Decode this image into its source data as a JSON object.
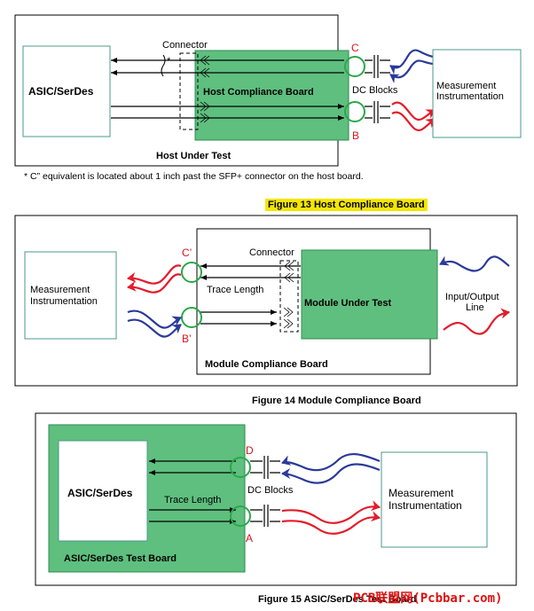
{
  "fig13": {
    "caption": "Figure 13  Host Compliance Board",
    "asic_label": "ASIC/SerDes",
    "board_label": "Host Compliance Board",
    "connector_label": "Connector",
    "asterisk": "*",
    "dut_label": "Host Under Test",
    "dc_blocks_label": "DC Blocks",
    "point_top": "C",
    "point_bottom": "B",
    "meas_line1": "Measurement",
    "meas_line2": "Instrumentation",
    "footnote": "* C” equivalent is located about 1 inch past the SFP+ connector on the host board."
  },
  "fig14": {
    "caption": "Figure 14  Module Compliance Board",
    "meas_line1": "Measurement",
    "meas_line2": "Instrumentation",
    "point_top": "C’",
    "point_bottom": "B’",
    "connector_label": "Connector",
    "trace_label": "Trace Length",
    "module_label": "Module Under Test",
    "board_label": "Module Compliance Board",
    "io_line1": "Input/Output",
    "io_line2": "Line"
  },
  "fig15": {
    "caption": "Figure 15  ASIC/SerDes Test Board",
    "asic_label": "ASIC/SerDes",
    "trace_label": "Trace Length",
    "board_label": "ASIC/SerDes Test Board",
    "point_top": "D",
    "point_bottom": "A",
    "dc_blocks_label": "DC Blocks",
    "meas_line1": "Measurement",
    "meas_line2": "Instrumentation"
  },
  "watermark": "PCB联盟网(Pcbbar.com)",
  "colors": {
    "board_green": "#5fbf7f",
    "board_green_dark": "#2e8b4f",
    "box_outline": "#4a9a8a",
    "signal_red": "#e21d2b",
    "signal_blue": "#2b3a9a",
    "point_red": "#d8141e",
    "highlight_yellow": "#f5e600"
  }
}
